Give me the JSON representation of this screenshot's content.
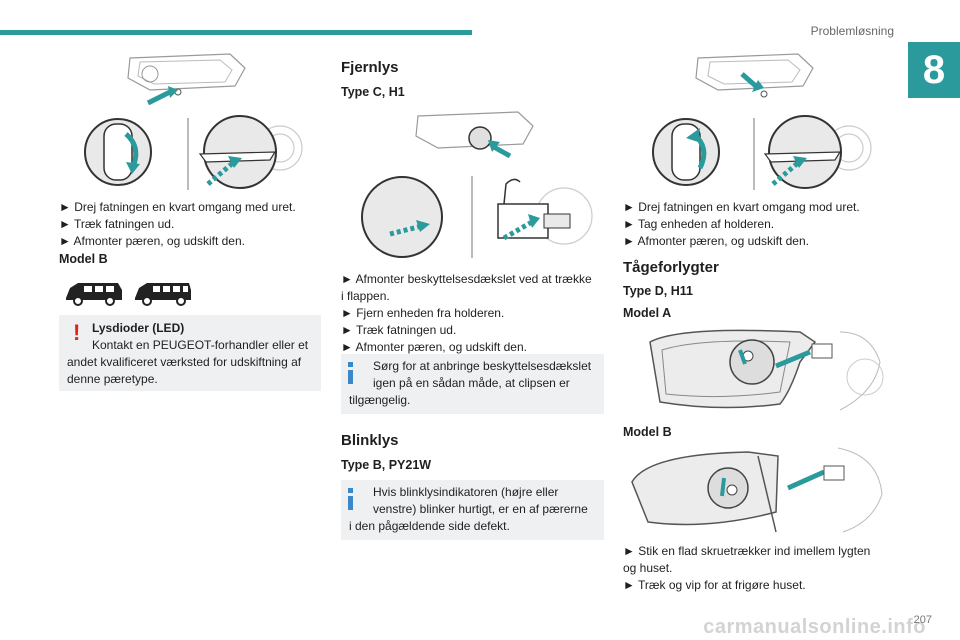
{
  "header": {
    "title": "Problemløsning",
    "chapter": "8",
    "page_number": "207"
  },
  "watermark": "carmanualsonline.info",
  "col1": {
    "steps": [
      "► Drej fatningen en kvart omgang med uret.",
      "► Træk fatningen ud.",
      "► Afmonter pæren, og udskift den."
    ],
    "model_b": "Model B",
    "warning": {
      "title": "Lysdioder (LED)",
      "line1": "Kontakt en PEUGEOT-forhandler eller et",
      "line2": "andet kvalificeret værksted for udskiftning af",
      "line3": "denne pæretype."
    }
  },
  "col2": {
    "fjernlys": {
      "heading": "Fjernlys",
      "type": "Type C, H1",
      "steps": [
        "► Afmonter beskyttelsesdækslet ved at trække",
        "i flappen.",
        "► Fjern enheden fra holderen.",
        "► Træk fatningen ud.",
        "► Afmonter pæren, og udskift den."
      ],
      "info": {
        "line1": "Sørg for at anbringe beskyttelsesdækslet",
        "line2": "igen på en sådan måde, at clipsen er",
        "line3": "tilgængelig."
      }
    },
    "blinklys": {
      "heading": "Blinklys",
      "type": "Type B, PY21W",
      "info": {
        "line1": "Hvis blinklysindikatoren (højre eller",
        "line2": "venstre) blinker hurtigt, er en af pærerne",
        "line3": "i den pågældende side defekt."
      }
    }
  },
  "col3": {
    "steps": [
      "► Drej fatningen en kvart omgang mod uret.",
      "► Tag enheden af holderen.",
      "► Afmonter pæren, og udskift den."
    ],
    "fog": {
      "heading": "Tågeforlygter",
      "type": "Type D, H11",
      "model_a": "Model A",
      "model_b": "Model B",
      "steps": [
        "► Stik en flad skruetrækker ind imellem lygten",
        "og huset.",
        "► Træk og vip for at frigøre huset."
      ]
    }
  },
  "colors": {
    "accent": "#2a9a9c",
    "warning": "#e2231a",
    "info": "#3a88c8",
    "note_bg": "#eef0f2"
  }
}
